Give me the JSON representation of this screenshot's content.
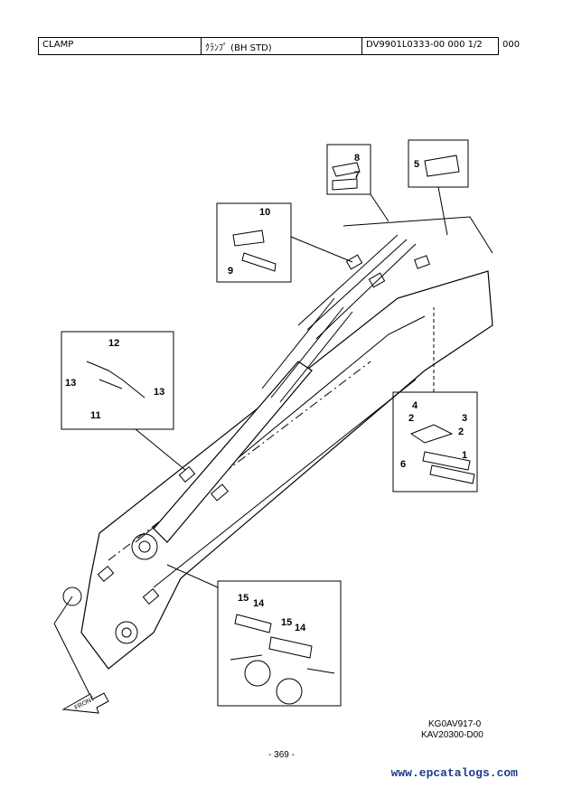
{
  "header": {
    "name": "CLAMP",
    "name_jp": "ｸﾗﾝﾌﾟ (BH STD)",
    "ref": "DV9901L0333-00     000   1/2",
    "extra": "000"
  },
  "diagram": {
    "callouts": [
      "1",
      "2",
      "2",
      "3",
      "4",
      "5",
      "6",
      "7",
      "8",
      "9",
      "10",
      "11",
      "12",
      "13",
      "13",
      "14",
      "14",
      "15",
      "15"
    ],
    "front_label": "FRONT"
  },
  "codes": {
    "code1": "KG0AV917-0",
    "code2": "KAV20300-D00"
  },
  "footer": {
    "page": "- 369 -",
    "watermark": "www.epcatalogs.com"
  }
}
